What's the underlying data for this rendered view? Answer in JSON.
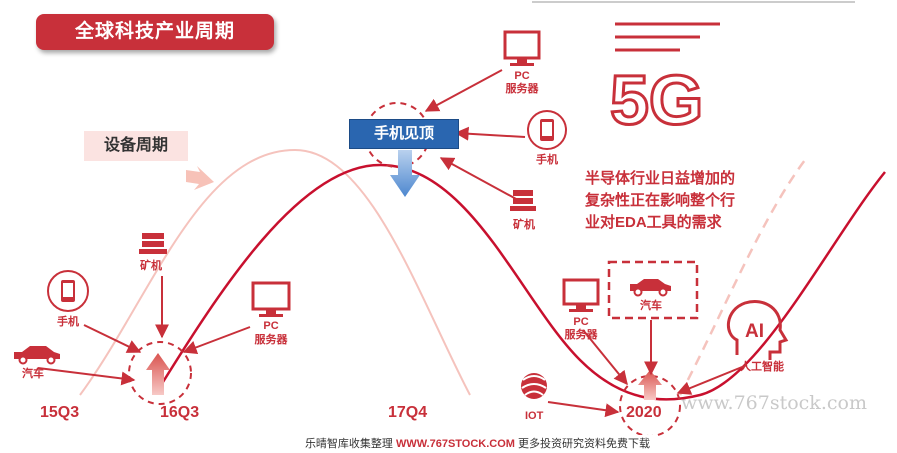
{
  "title": "全球科技产业周期",
  "cycle_label": "设备周期",
  "peak_label": "手机见顶",
  "quarters": {
    "q1": "15Q3",
    "q2": "16Q3",
    "q3": "17Q4",
    "q4": "2020"
  },
  "icons_left": {
    "car": "汽车",
    "phone": "手机",
    "miner": "矿机",
    "pc_line1": "PC",
    "pc_line2": "服务器"
  },
  "icons_peak": {
    "pc_line1": "PC",
    "pc_line2": "服务器",
    "phone": "手机",
    "miner": "矿机"
  },
  "icons_right": {
    "pc_line1": "PC",
    "pc_line2": "服务器",
    "car": "汽车",
    "ai": "人工智能",
    "iot": "IOT",
    "ai_mark": "AI"
  },
  "fiveg": "5G",
  "quote": "半导体行业日益增加的复杂性正在影响整个行业对EDA工具的需求",
  "watermark": "www.767stock.com",
  "footer": {
    "prefix": "乐晴智库收集整理 ",
    "url": "WWW.767STOCK.COM",
    "suffix": " 更多投资研究资料免费下载"
  },
  "colors": {
    "accent": "#c8303a",
    "peak_box": "#2a66b0",
    "cycle_fill": "#fbe3e1",
    "dashed_curve": "#f5c3bd"
  }
}
